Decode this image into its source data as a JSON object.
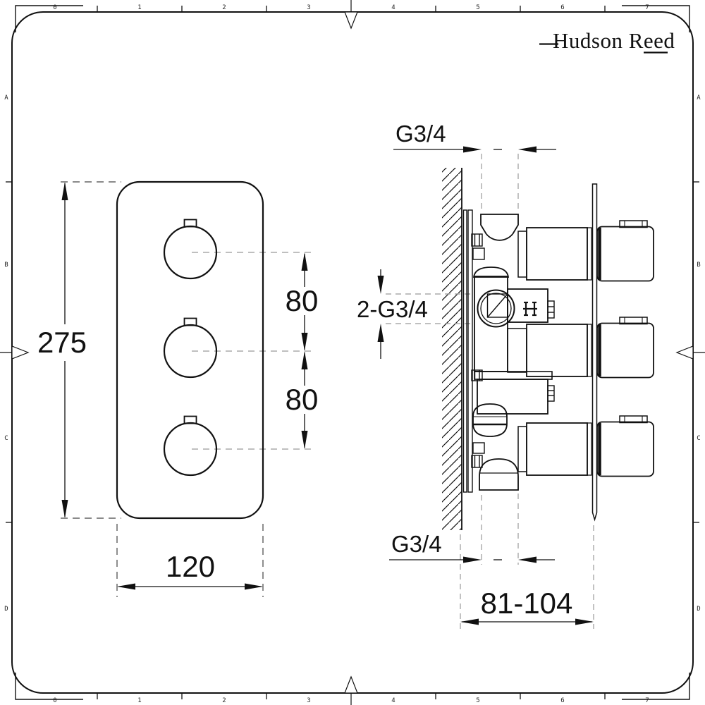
{
  "logo": {
    "text": "Hudson Reed"
  },
  "frame": {
    "top_ruler": [
      "0",
      "1",
      "2",
      "3",
      "4",
      "5",
      "6",
      "7"
    ],
    "bottom_ruler": [
      "0",
      "1",
      "2",
      "3",
      "4",
      "5",
      "6",
      "7"
    ],
    "left_labels": [
      "A",
      "B",
      "C",
      "D"
    ],
    "right_labels": [
      "A",
      "B",
      "C",
      "D"
    ]
  },
  "front_view": {
    "height_dim": "275",
    "knob_spacing_top": "80",
    "knob_spacing_bottom": "80",
    "width_dim": "120"
  },
  "side_view": {
    "top_thread": "G3/4",
    "outlet_threads": "2-G3/4",
    "bottom_thread": "G3/4",
    "depth_range": "81-104"
  },
  "colors": {
    "line": "#111111",
    "centerline": "#999999",
    "background": "#ffffff"
  }
}
